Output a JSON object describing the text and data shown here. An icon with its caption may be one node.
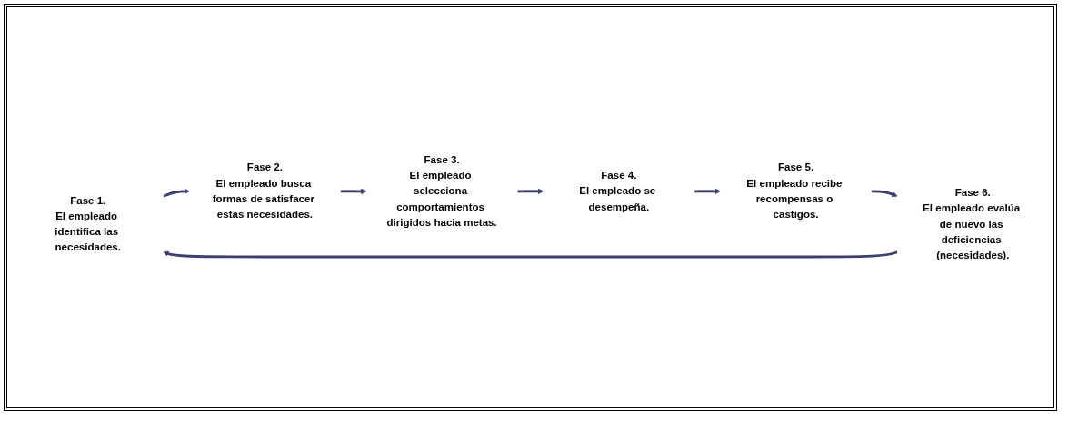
{
  "diagram": {
    "nodes": [
      {
        "text": [
          "Fase 1.",
          "El empleado identifica las necesidades."
        ]
      },
      {
        "text": [
          "Fase 2.",
          "El empleado busca formas de satisfacer estas necesidades."
        ]
      },
      {
        "text": [
          "Fase 3.",
          "El empleado selecciona comportamientos dirigidos hacia metas."
        ]
      },
      {
        "text": [
          "Fase 4.",
          "El empleado se desempeña."
        ]
      },
      {
        "text": [
          "Fase 5.",
          "El empleado recibe recompensas o castigos."
        ]
      },
      {
        "text": [
          "Fase 6.",
          "El empleado evalúa de nuevo las deficiencias (necesidades)."
        ]
      }
    ],
    "edges": [
      {
        "from": 0,
        "to": 1,
        "arrow": "to"
      },
      {
        "from": 1,
        "to": 2,
        "arrow": "to"
      },
      {
        "from": 2,
        "to": 3,
        "arrow": "to"
      },
      {
        "from": 3,
        "to": 4,
        "arrow": "to"
      },
      {
        "from": 4,
        "to": 5,
        "arrow": "to"
      },
      {
        "from": 5,
        "to": 0,
        "arrow": "to"
      }
    ]
  }
}
